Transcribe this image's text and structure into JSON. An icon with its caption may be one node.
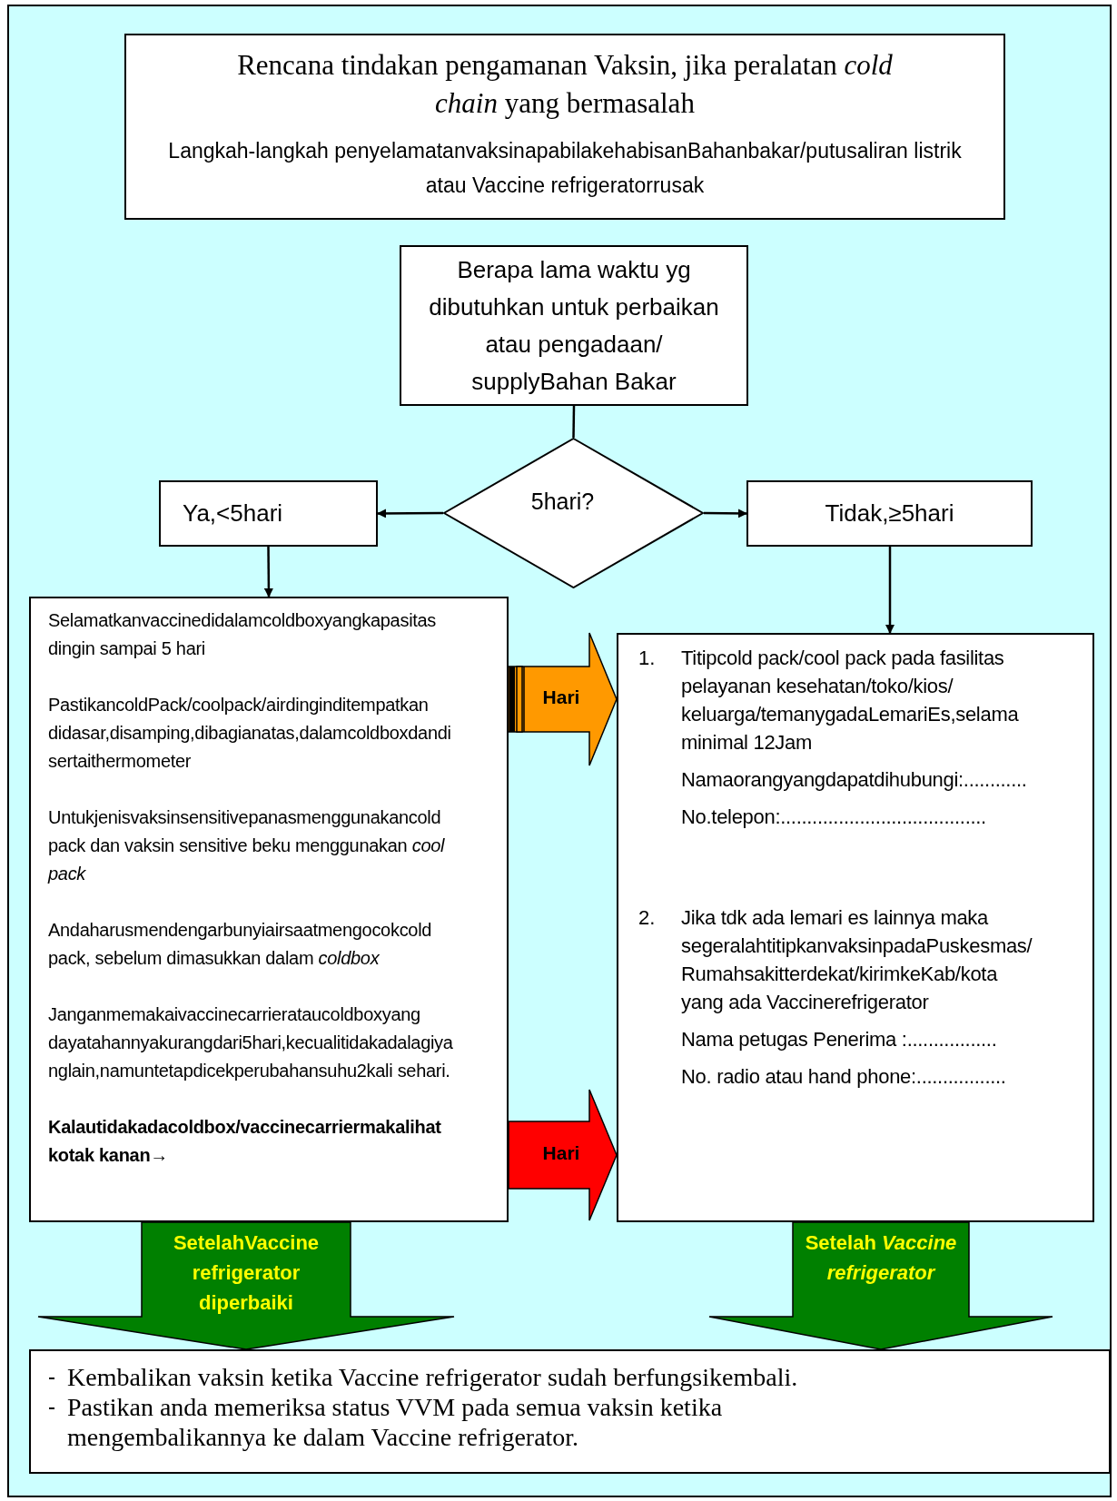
{
  "diagram": {
    "nodes": [
      {
        "text": [
          "Rencana tindakan pengamanan Vaksin, jika peralatan *cold chain* yang bermasalah",
          "Langkah-langkah penyelamatanvaksinapabilakehabisanBahanbakar/putusaliran listrik atau Vaccine refrigeratorrusak"
        ]
      },
      {
        "text": [
          "Berapa lama waktu yg dibutuhkan untuk perbaikan atau pengadaan/ supplyBahan Bakar"
        ]
      },
      {
        "text": [
          "5hari?"
        ]
      },
      {
        "text": [
          "Ya,<5hari"
        ]
      },
      {
        "text": [
          "Tidak,≥5hari"
        ]
      },
      {
        "text": [
          "Selamatkanvaccinedidalamcoldboxyangkapasitas dingin sampai 5 hari",
          "PastikancoldPack/coolpack/airdinginditempatkan didasar,disamping,dibagianatas,dalamcoldboxdandi sertaithermometer",
          "Untukjenisvaksinsensitivepanasmenggunakancold pack dan vaksin sensitive beku menggunakan *cool pack*",
          "Andaharusmendengarbunyiairsaatmengocokcold pack, sebelum dimasukkan dalam *coldbox*",
          "Janganmemakaivaccinecarrierataucoldboxyang dayatahannyakurangdari5hari,kecualitidakadalagiya nglain,namuntetapdicekperubahansuhu2kali sehari.",
          "Kalautidakadacoldbox/vaccinecarriermakalihat kotak kanan→"
        ]
      },
      {
        "text": [
          "1.",
          "Titipcold pack/cool pack pada fasilitas pelayanan kesehatan/toko/kios/ keluarga/temanygadaLemariEs,selama minimal 12Jam",
          "Namaorangyangdapatdihubungi:............",
          "No.telepon:.......................................",
          "2.",
          "Jika tdk ada lemari es lainnya maka segeralahtitipkanvaksinpadaPuskesmas/ Rumahsakitterdekat/kirimkeKab/kota yang ada Vaccinerefrigerator",
          "Nama petugas Penerima :.................",
          "No. radio atau hand phone:................."
        ]
      },
      {
        "text": [
          "Kembalikan vaksin ketika Vaccine refrigerator sudah berfungsikembali.",
          "Pastikan anda memeriksa status VVM pada semua vaksin ketika mengembalikannya ke dalam Vaccine refrigerator."
        ]
      }
    ],
    "edges": [
      {
        "from": 1,
        "to": 2,
        "arrow": "none"
      },
      {
        "from": 2,
        "to": 3,
        "arrow": "to"
      },
      {
        "from": 2,
        "to": 4,
        "arrow": "to"
      },
      {
        "from": 3,
        "to": 5,
        "arrow": "to"
      },
      {
        "from": 4,
        "to": 6,
        "arrow": "to"
      },
      {
        "from": 5,
        "to": 6,
        "arrow": "to",
        "label": "Hari",
        "style": "thick",
        "color": "#ff9900"
      },
      {
        "from": 5,
        "to": 6,
        "arrow": "to",
        "label": "Hari",
        "style": "thick",
        "color": "#ff0000"
      },
      {
        "from": 5,
        "to": 7,
        "arrow": "to",
        "label": "SetelahVaccine refrigerator diperbaiki",
        "style": "thick",
        "color": "#008000"
      },
      {
        "from": 6,
        "to": 7,
        "arrow": "to",
        "label": "Setelah *Vaccine refrigerator*",
        "style": "thick",
        "color": "#008000"
      }
    ]
  }
}
